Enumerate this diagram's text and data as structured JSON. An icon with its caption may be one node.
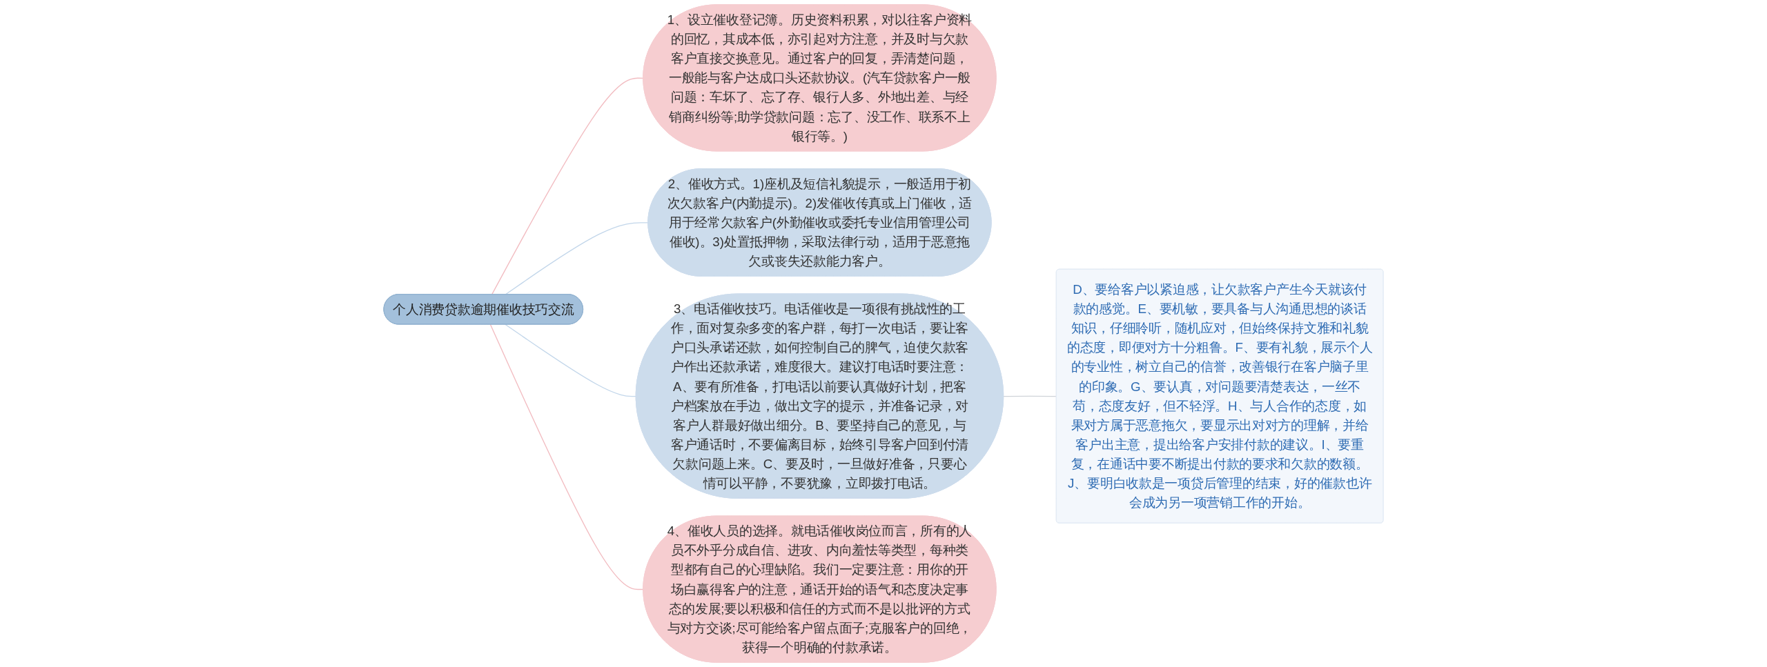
{
  "diagram": {
    "nodes": [
      {
        "text": [
          "个人消费贷款逾期催收技巧交流"
        ]
      },
      {
        "text": [
          "1、设立催收登记簿。历史资料积累，对以往客户资料的回忆，其成本低，亦引起对方注意，并及时与欠款客户直接交换意见。通过客户的回复，弄清楚问题，一般能与客户达成口头还款协议。(汽车贷款客户一般问题：车坏了、忘了存、银行人多、外地出差、与经销商纠纷等;助学贷款问题：忘了、没工作、联系不上银行等。)"
        ]
      },
      {
        "text": [
          "2、催收方式。1)座机及短信礼貌提示，一般适用于初次欠款客户(内勤提示)。2)发催收传真或上门催收，适用于经常欠款客户(外勤催收或委托专业信用管理公司催收)。3)处置抵押物，采取法律行动，适用于恶意拖欠或丧失还款能力客户。"
        ]
      },
      {
        "text": [
          "3、电话催收技巧。电话催收是一项很有挑战性的工作，面对复杂多变的客户群，每打一次电话，要让客户口头承诺还款，如何控制自己的脾气，迫使欠款客户作出还款承诺，难度很大。建议打电话时要注意：A、要有所准备，打电话以前要认真做好计划，把客户档案放在手边，做出文字的提示，并准备记录，对客户人群最好做出细分。B、要坚持自己的意见，与客户通话时，不要偏离目标，始终引导客户回到付清欠款问题上来。C、要及时，一旦做好准备，只要心情可以平静，不要犹豫，立即拨打电话。"
        ]
      },
      {
        "text": [
          "4、催收人员的选择。就电话催收岗位而言，所有的人员不外乎分成自信、进攻、内向羞怯等类型，每种类型都有自己的心理缺陷。我们一定要注意：用你的开场白赢得客户的注意，通话开始的语气和态度决定事态的发展;要以积极和信任的方式而不是以批评的方式与对方交谈;尽可能给客户留点面子;克服客户的回绝，获得一个明确的付款承诺。"
        ]
      },
      {
        "text": [
          "D、要给客户以紧迫感，让欠款客户产生今天就该付款的感觉。E、要机敏，要具备与人沟通思想的谈话知识，仔细聆听，随机应对，但始终保持文雅和礼貌的态度，即便对方十分粗鲁。F、要有礼貌，展示个人的专业性，树立自己的信誉，改善银行在客户脑子里的印象。G、要认真，对问题要清楚表达，一丝不苟，态度友好，但不轻浮。H、与人合作的态度，如果对方属于恶意拖欠，要显示出对对方的理解，并给客户出主意，提出给客户安排付款的建议。I、要重复，在通话中要不断提出付款的要求和欠款的数额。J、要明白收款是一项贷后管理的结束，好的催款也许会成为另一项营销工作的开始。"
        ]
      }
    ],
    "edges": [
      {
        "from": 0,
        "to": 1,
        "arrow": "none",
        "color": "#f2bcc1"
      },
      {
        "from": 0,
        "to": 2,
        "arrow": "none",
        "color": "#c2d6ea"
      },
      {
        "from": 0,
        "to": 3,
        "arrow": "none",
        "color": "#c2d6ea"
      },
      {
        "from": 0,
        "to": 4,
        "arrow": "none",
        "color": "#f2bcc1"
      },
      {
        "from": 3,
        "to": 5,
        "arrow": "none",
        "color": "#cfd3d8"
      }
    ]
  }
}
